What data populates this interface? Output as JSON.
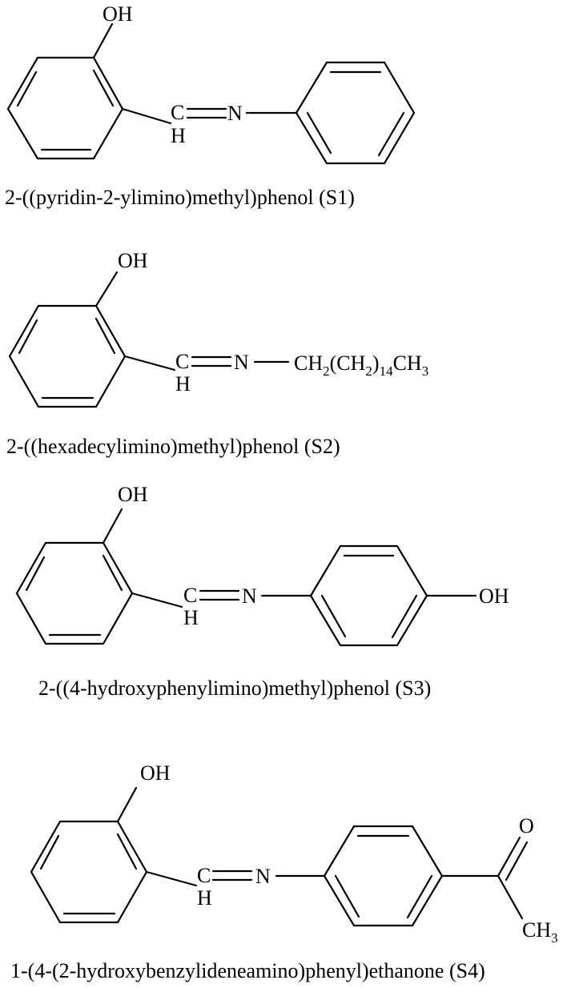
{
  "compounds": [
    {
      "id": "S1",
      "name": "2-((pyridin-2-ylimino)methyl)phenol (S1)",
      "labels": {
        "hydroxyl": "OH",
        "imine_carbon": "C",
        "imine_hydrogen": "H",
        "imine_nitrogen": "N"
      }
    },
    {
      "id": "S2",
      "name": "2-((hexadecylimino)methyl)phenol (S2)",
      "labels": {
        "hydroxyl": "OH",
        "imine_carbon": "C",
        "imine_hydrogen": "H",
        "imine_nitrogen": "N",
        "chain_ch2": "CH",
        "chain_sub_2": "2",
        "chain_open": "(CH",
        "chain_sub_2b": "2",
        "chain_close": ")",
        "chain_sub_14": "14",
        "chain_ch3": "CH",
        "chain_sub_3": "3"
      }
    },
    {
      "id": "S3",
      "name": "2-((4-hydroxyphenylimino)methyl)phenol (S3)",
      "labels": {
        "hydroxyl": "OH",
        "imine_carbon": "C",
        "imine_hydrogen": "H",
        "imine_nitrogen": "N",
        "para_hydroxyl": "OH"
      }
    },
    {
      "id": "S4",
      "name": "1-(4-(2-hydroxybenzylideneamino)phenyl)ethanone (S4)",
      "labels": {
        "hydroxyl": "OH",
        "imine_carbon": "C",
        "imine_hydrogen": "H",
        "imine_nitrogen": "N",
        "carbonyl_oxygen": "O",
        "methyl": "CH",
        "methyl_sub": "3"
      }
    }
  ]
}
